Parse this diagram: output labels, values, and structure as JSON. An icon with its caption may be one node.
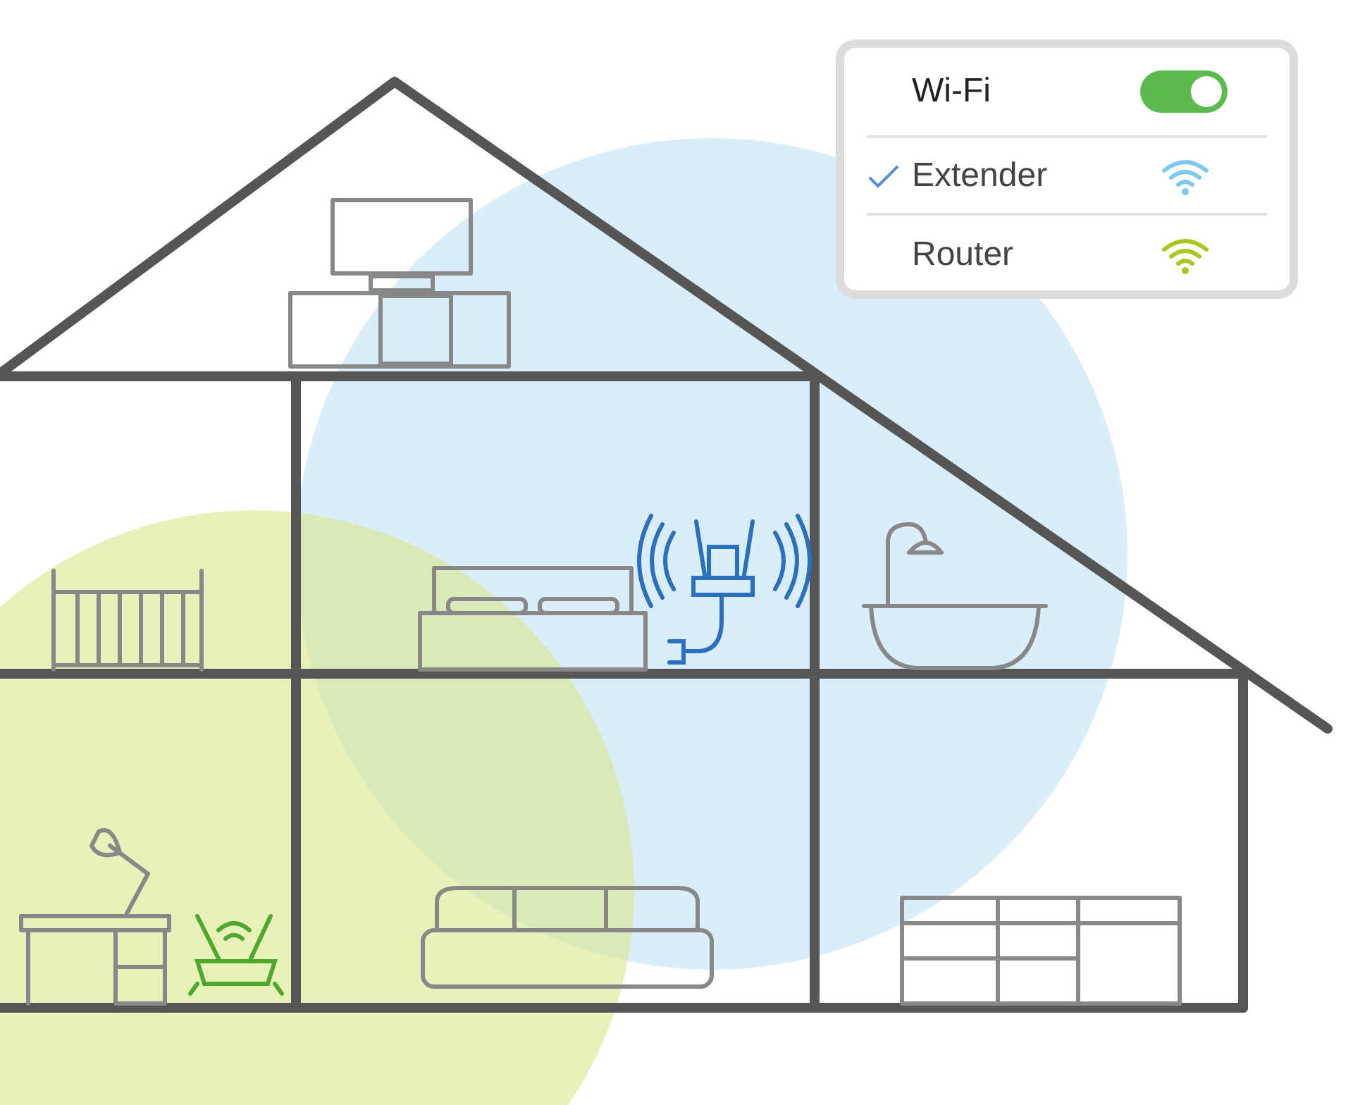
{
  "diagram": {
    "labels": [
      "Wi-Fi"
    ],
    "legend": [
      {
        "text": "Extender"
      },
      {
        "text": "Router"
      }
    ]
  }
}
